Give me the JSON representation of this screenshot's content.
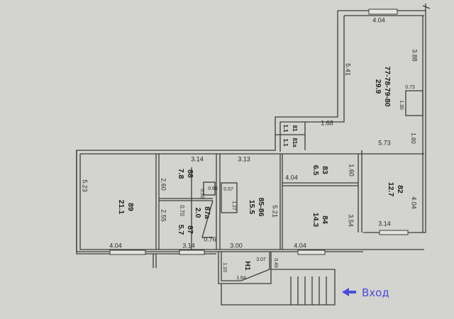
{
  "rooms": [
    {
      "id": "89",
      "area": "21.1"
    },
    {
      "id": "88",
      "area": "7.8"
    },
    {
      "id": "87",
      "area": "5.7"
    },
    {
      "id": "87а",
      "area": "2.0"
    },
    {
      "id": "85-86",
      "area": "15.5"
    },
    {
      "id": "83",
      "area": "6.5"
    },
    {
      "id": "84",
      "area": "14.3"
    },
    {
      "id": "82",
      "area": "12.7"
    },
    {
      "id": "77-78-79-80",
      "area": "29.9"
    },
    {
      "id": "81",
      "area": "1.1"
    },
    {
      "id": "81а",
      "area": "1.1"
    },
    {
      "id": "Н1",
      "area": ""
    }
  ],
  "dimensions": [
    "5.23",
    "4.04",
    "3.14",
    "2.60",
    "2.55",
    "0.70",
    "3.14",
    "0.76",
    "0.68",
    "0.50",
    "0.57",
    "1.27",
    "3.13",
    "5.21",
    "3.00",
    "1.60",
    "4.04",
    "3.54",
    "4.04",
    "4.04",
    "3.14",
    "4.04",
    "3.88",
    "5.41",
    "0.73",
    "1.30",
    "1.80",
    "1.68",
    "5.73",
    "3.07",
    "1.10",
    "1.64",
    "0.49"
  ],
  "entrance": {
    "label": "Вход",
    "color": "#4c4cd8"
  }
}
